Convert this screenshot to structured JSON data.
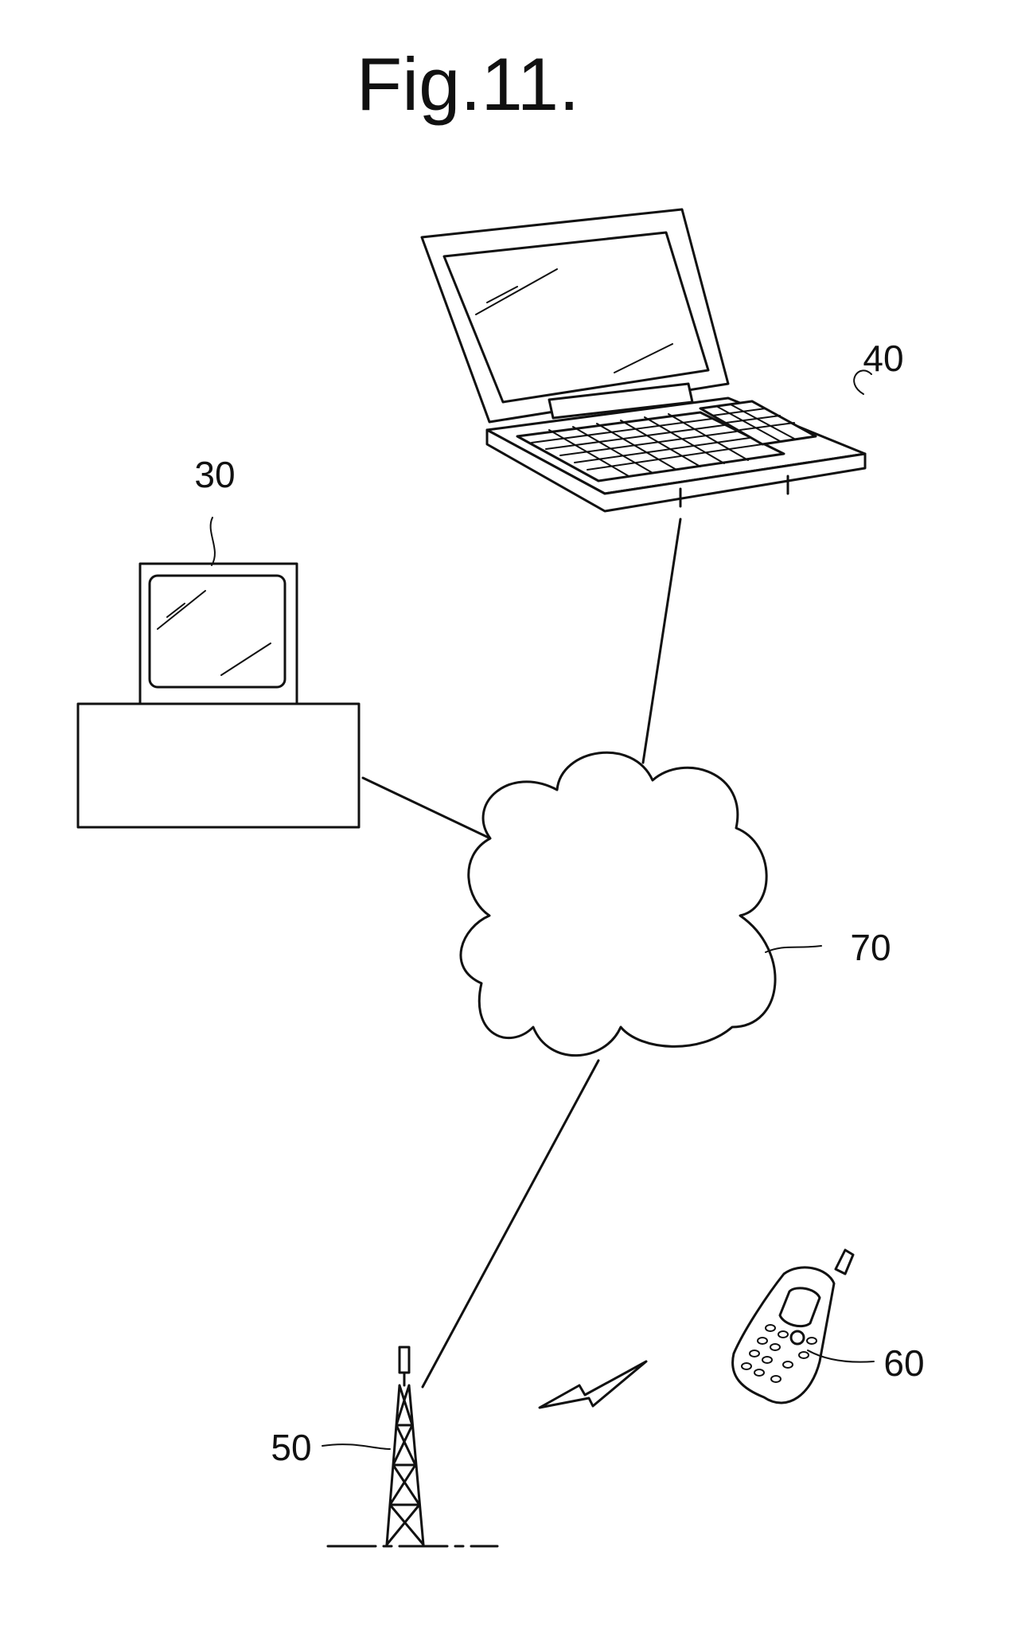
{
  "figure": {
    "title": "Fig.11.",
    "refs": {
      "desktop": "30",
      "laptop": "40",
      "tower": "50",
      "phone": "60",
      "network": "70"
    }
  }
}
